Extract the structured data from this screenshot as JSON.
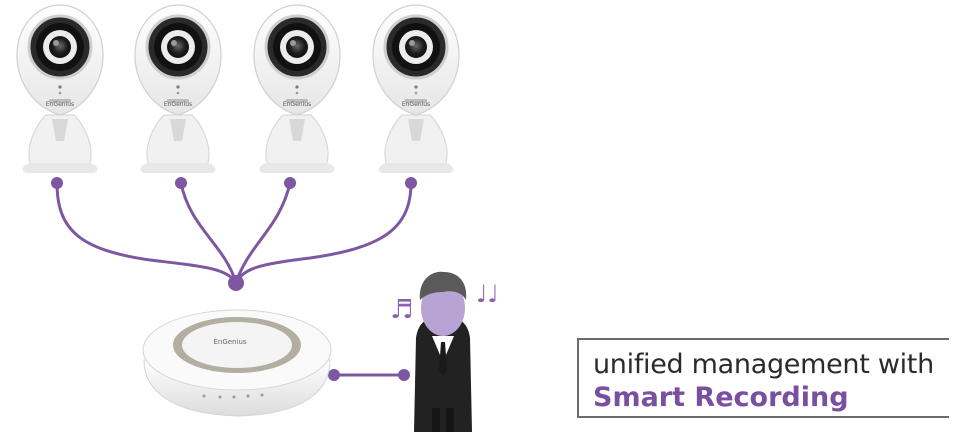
{
  "caption": {
    "line1": "unified management with",
    "line2": "Smart Recording"
  },
  "cameras": [
    {
      "brand": "EnGenius"
    },
    {
      "brand": "EnGenius"
    },
    {
      "brand": "EnGenius"
    },
    {
      "brand": "EnGenius"
    }
  ],
  "router": {
    "brand": "EnGenius"
  },
  "colors": {
    "accent_purple": "#7a4fa0",
    "connector_purple": "#7e57a3",
    "person_face": "#b7a4d4",
    "box_border": "#6b6b6b"
  },
  "icons": [
    "camera-icon",
    "router-icon",
    "person-icon",
    "music-note-icon"
  ]
}
